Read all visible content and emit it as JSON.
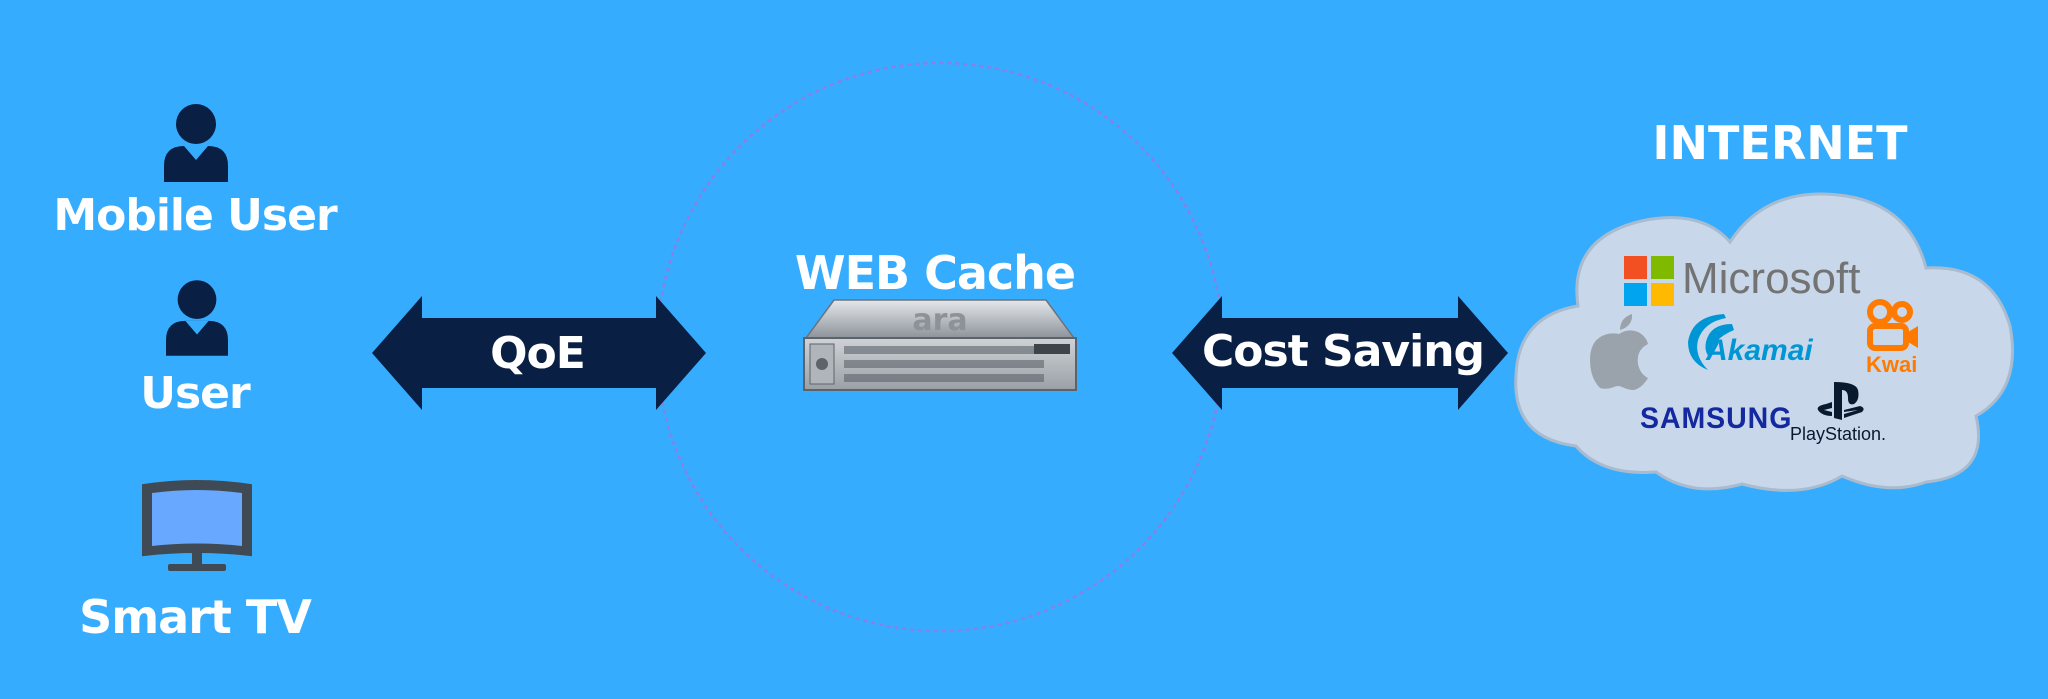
{
  "left_devices": [
    {
      "label": "Mobile User",
      "icon": "user-icon"
    },
    {
      "label": "User",
      "icon": "user-icon"
    },
    {
      "label": "Smart TV",
      "icon": "smart-tv-icon"
    }
  ],
  "arrows": {
    "left_label": "QoE",
    "right_label": "Cost Saving"
  },
  "cache": {
    "title": "WEB Cache",
    "server_brand": "ara",
    "icon": "server-icon"
  },
  "internet": {
    "title": "INTERNET",
    "logos": {
      "microsoft": "Microsoft",
      "akamai": "Akamai",
      "kwai": "Kwai",
      "samsung": "SAMSUNG",
      "playstation": "PlayStation."
    }
  },
  "colors": {
    "background": "#36acff",
    "arrow": "#0a1f44",
    "icon_dark": "#0a1f44",
    "cloud": "#c9d9ea",
    "circle": "#7f7fe0"
  }
}
